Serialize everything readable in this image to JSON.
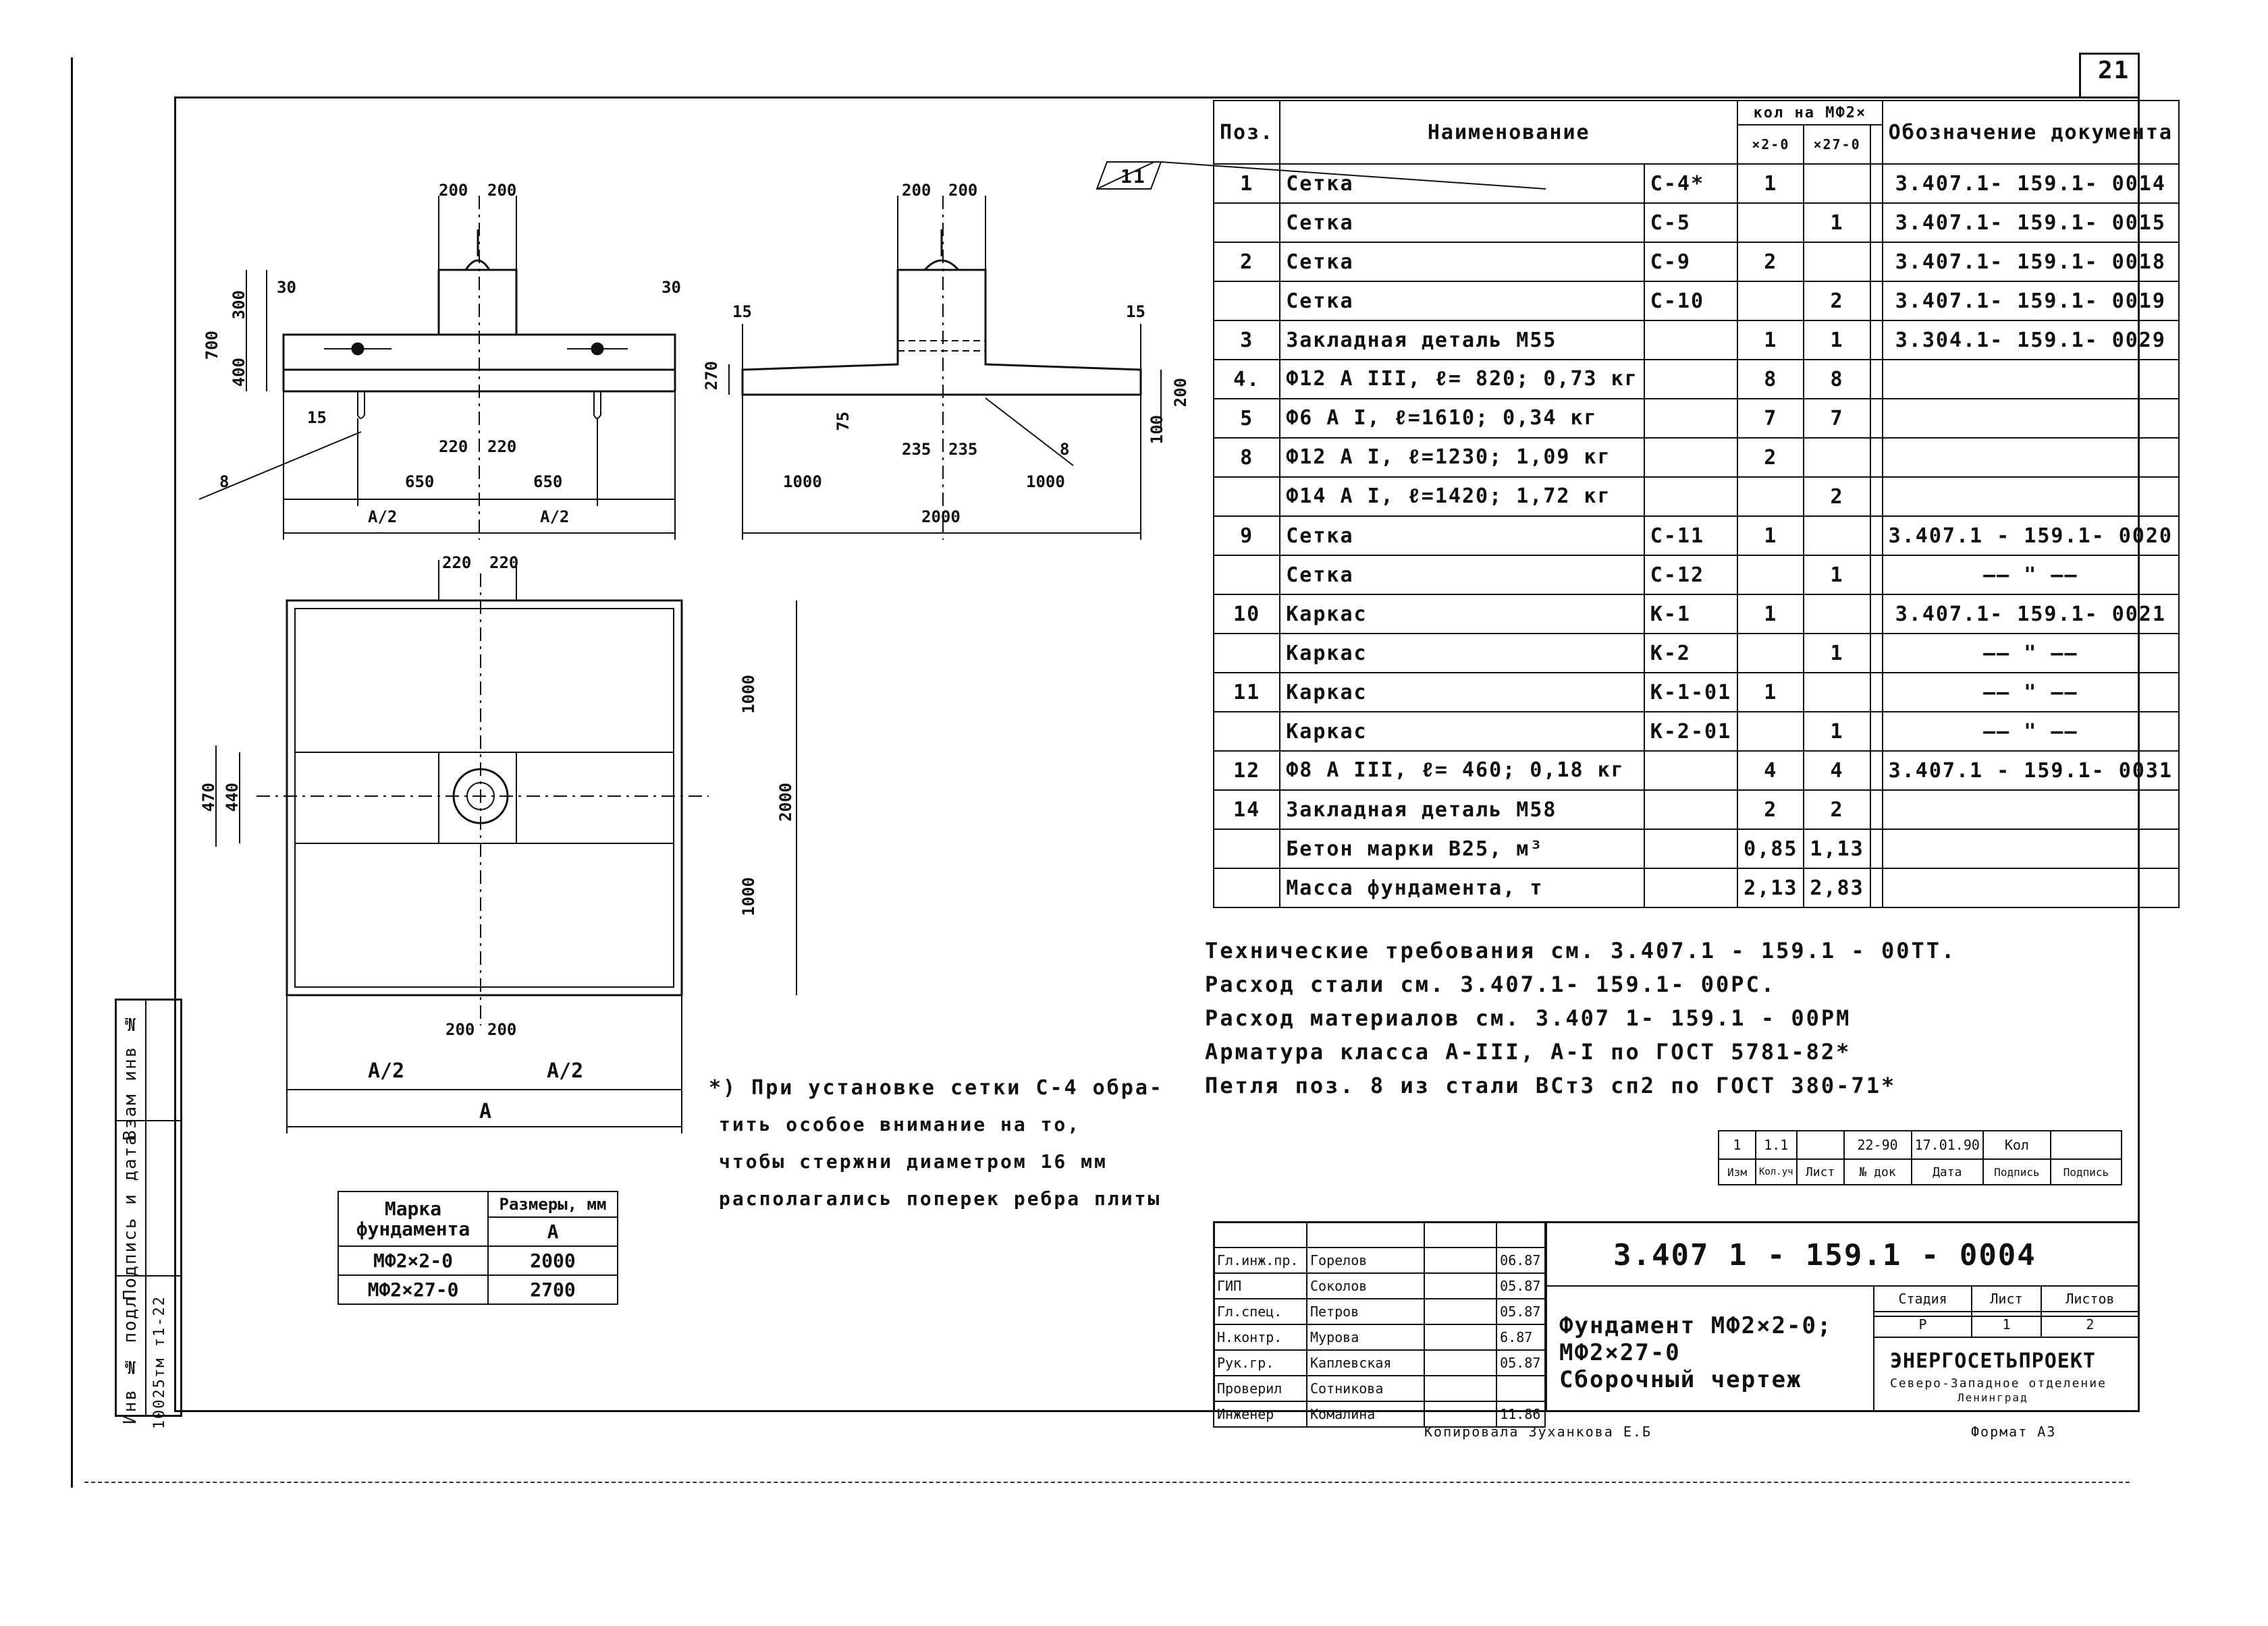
{
  "sheet": {
    "page_number": "21",
    "doc_code": "3.407 1 - 159.1 - 0004",
    "title_line1": "Фундамент  МФ2×2-0;",
    "title_line2": "МФ2×27-0",
    "title_line3": "Сборочный  чертеж",
    "org_name": "ЭНЕРГОСЕТЬПРОЕКТ",
    "org_sub1": "Северо-Западное отделение",
    "org_sub2": "Ленинград",
    "copied": "Копировала  Зуханкова  Е.Б",
    "format": "Формат А3"
  },
  "spec": {
    "headers": {
      "pos": "Поз.",
      "name": "Наименование",
      "qty_group": "кол на МФ2×",
      "qty1": "×2-0",
      "qty2": "×27-0",
      "doc": "Обозначение документа"
    },
    "rows": [
      {
        "pos": "1",
        "name": "Сетка",
        "mark": "С-4*",
        "q1": "1",
        "q2": "",
        "doc": "3.407.1- 159.1- 0014"
      },
      {
        "pos": "",
        "name": "Сетка",
        "mark": "С-5",
        "q1": "",
        "q2": "1",
        "doc": "3.407.1- 159.1- 0015"
      },
      {
        "pos": "2",
        "name": "Сетка",
        "mark": "С-9",
        "q1": "2",
        "q2": "",
        "doc": "3.407.1- 159.1- 0018"
      },
      {
        "pos": "",
        "name": "Сетка",
        "mark": "С-10",
        "q1": "",
        "q2": "2",
        "doc": "3.407.1- 159.1- 0019"
      },
      {
        "pos": "3",
        "name": "Закладная деталь М55",
        "mark": "",
        "q1": "1",
        "q2": "1",
        "doc": "3.304.1- 159.1- 0029"
      },
      {
        "pos": "4.",
        "name": "Ф12 А III,  ℓ= 820; 0,73 кг",
        "mark": "",
        "q1": "8",
        "q2": "8",
        "doc": ""
      },
      {
        "pos": "5",
        "name": "Ф6 А I,  ℓ=1610; 0,34 кг",
        "mark": "",
        "q1": "7",
        "q2": "7",
        "doc": ""
      },
      {
        "pos": "8",
        "name": "Ф12 А I,  ℓ=1230; 1,09 кг",
        "mark": "",
        "q1": "2",
        "q2": "",
        "doc": ""
      },
      {
        "pos": "",
        "name": "Ф14 А I,  ℓ=1420; 1,72 кг",
        "mark": "",
        "q1": "",
        "q2": "2",
        "doc": ""
      },
      {
        "pos": "9",
        "name": "Сетка",
        "mark": "С-11",
        "q1": "1",
        "q2": "",
        "doc": "3.407.1 - 159.1- 0020"
      },
      {
        "pos": "",
        "name": "Сетка",
        "mark": "С-12",
        "q1": "",
        "q2": "1",
        "doc": "—— \" ——"
      },
      {
        "pos": "10",
        "name": "Каркас",
        "mark": "К-1",
        "q1": "1",
        "q2": "",
        "doc": "3.407.1- 159.1- 0021"
      },
      {
        "pos": "",
        "name": "Каркас",
        "mark": "К-2",
        "q1": "",
        "q2": "1",
        "doc": "—— \" ——"
      },
      {
        "pos": "11",
        "name": "Каркас",
        "mark": "К-1-01",
        "q1": "1",
        "q2": "",
        "doc": "—— \" ——"
      },
      {
        "pos": "",
        "name": "Каркас",
        "mark": "К-2-01",
        "q1": "",
        "q2": "1",
        "doc": "—— \" ——"
      },
      {
        "pos": "12",
        "name": "Ф8 А III,  ℓ= 460; 0,18 кг",
        "mark": "",
        "q1": "4",
        "q2": "4",
        "doc": "3.407.1 - 159.1- 0031"
      },
      {
        "pos": "14",
        "name": "Закладная деталь М58",
        "mark": "",
        "q1": "2",
        "q2": "2",
        "doc": ""
      },
      {
        "pos": "",
        "name": "Бетон марки  В25, м³",
        "mark": "",
        "q1": "0,85",
        "q2": "1,13",
        "doc": ""
      },
      {
        "pos": "",
        "name": "Масса фундамента, т",
        "mark": "",
        "q1": "2,13",
        "q2": "2,83",
        "doc": ""
      }
    ]
  },
  "notes": {
    "n1": "Технические требования  см.  3.407.1 - 159.1 - 00ТТ.",
    "n2": "Расход  стали  см.  3.407.1- 159.1- 00РС.",
    "n3": "Расход  материалов  см. 3.407 1- 159.1 - 00РМ",
    "n4": "Арматура  класса А-III, А-I  по  ГОСТ  5781-82*",
    "n5": "Петля поз. 8  из  стали  ВСт3 сп2  по  ГОСТ 380-71*",
    "star1": "*) При установке сетки С-4 обра-",
    "star2": "тить особое внимание на то,",
    "star3": "чтобы стержни диаметром 16 мм",
    "star4": "располагались поперек ребра плиты"
  },
  "marka_table": {
    "h1": "Марка фундамента",
    "h2": "Размеры, мм",
    "h3": "А",
    "r1a": "МФ2×2-0",
    "r1b": "2000",
    "r2a": "МФ2×27-0",
    "r2b": "2700"
  },
  "revision": {
    "izm": "1",
    "kol": "1.1",
    "list": "",
    "ndoc": "22-90",
    "date": "17.01.90",
    "sign": "Кол",
    "h_izm": "Изм",
    "h_kol": "Кол.уч",
    "h_list": "Лист",
    "h_ndoc": "№ док",
    "h_date": "Дата",
    "h_sign": "Подпись",
    "h_sign2": "Подпись"
  },
  "staff": [
    {
      "role": "Гл.инж.пр.",
      "name": "Горелов",
      "date": "06.87"
    },
    {
      "role": "ГИП",
      "name": "Соколов",
      "date": "05.87"
    },
    {
      "role": "Гл.спец.",
      "name": "Петров",
      "date": "05.87"
    },
    {
      "role": "Н.контр.",
      "name": "Мурова",
      "date": "6.87"
    },
    {
      "role": "Рук.гр.",
      "name": "Каплевская",
      "date": "05.87"
    },
    {
      "role": "Проверил",
      "name": "Сотникова",
      "date": ""
    },
    {
      "role": "Инженер",
      "name": "Комалина",
      "date": "11.86"
    }
  ],
  "stage": {
    "h_stage": "Стадия",
    "h_sheet": "Лист",
    "h_sheets": "Листов",
    "stage": "Р",
    "sheet": "1",
    "sheets": "2"
  },
  "callout": "11",
  "side": {
    "inv": "Инв № подл",
    "sign": "Подпись и дата",
    "vzam": "Взам инв №",
    "inv_val": "10025тм т1-22"
  },
  "dims": {
    "d200a": "200",
    "d200b": "200",
    "d300": "300",
    "d700": "700",
    "d400": "400",
    "d30a": "30",
    "d30b": "30",
    "d15": "15",
    "d220a": "220",
    "d220b": "220",
    "d650a": "650",
    "d650b": "650",
    "a2a": "А/2",
    "a2b": "А/2",
    "d8a": "8",
    "d200c": "200",
    "d200d": "200",
    "d15b": "15",
    "d15c": "15",
    "d270": "270",
    "d200e": "200",
    "d75": "75",
    "d235a": "235",
    "d235b": "235",
    "d8b": "8",
    "d100": "100",
    "d1000a": "1000",
    "d1000b": "1000",
    "d2000": "2000",
    "d220c": "220",
    "d220d": "220",
    "d1000c": "1000",
    "d1000d": "1000",
    "d2000b": "2000",
    "d470": "470",
    "d440": "440",
    "d200f": "200",
    "d200g": "200",
    "a2c": "А/2",
    "a2d": "А/2",
    "dA": "А"
  }
}
